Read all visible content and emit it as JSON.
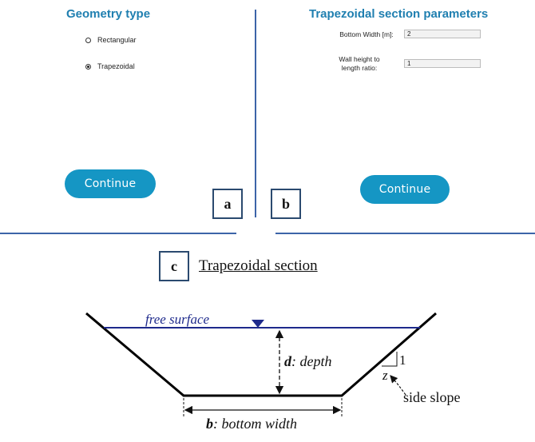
{
  "panel_a": {
    "title": "Geometry type",
    "options": [
      {
        "label": "Rectangular",
        "selected": false
      },
      {
        "label": "Trapezoidal",
        "selected": true
      }
    ],
    "continue_label": "Continue",
    "tag": "a"
  },
  "panel_b": {
    "title": "Trapezoidal section parameters",
    "fields": [
      {
        "label": "Bottom Width [m]:",
        "value": "2"
      },
      {
        "label": "Wall height to length ratio:",
        "label_line1": "Wall height to",
        "label_line2": "length ratio:",
        "value": "1"
      }
    ],
    "continue_label": "Continue",
    "tag": "b"
  },
  "panel_c": {
    "tag": "c",
    "caption": "Trapezoidal section",
    "diagram": {
      "free_surface": "free surface",
      "depth_symbol": "d",
      "depth_text": ": depth",
      "bottom_symbol": "b",
      "bottom_text": ": bottom width",
      "slope_rise": "1",
      "slope_run": "z",
      "side_slope": "side slope"
    }
  },
  "colors": {
    "accent": "#1596c4",
    "title": "#1f7fb0",
    "divider": "#3c64a8",
    "water_line": "#1e2a8c"
  }
}
